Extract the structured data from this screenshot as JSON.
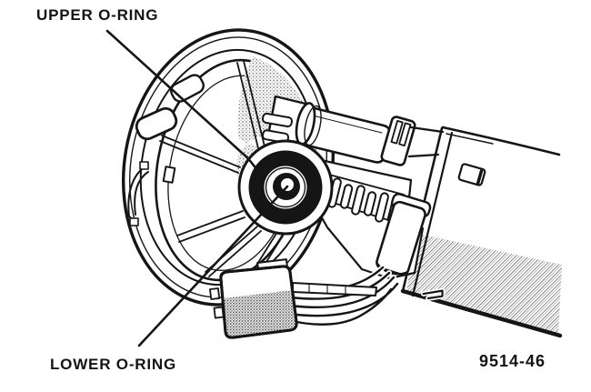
{
  "figure": {
    "callouts": {
      "upper": "UPPER O-RING",
      "lower": "LOWER O-RING"
    },
    "figure_number": "9514-46"
  },
  "style": {
    "background": "#ffffff",
    "line_color": "#151515",
    "halftone_dot_color": "#6f6f6f",
    "hatch_line_color": "#3a3a3a"
  }
}
